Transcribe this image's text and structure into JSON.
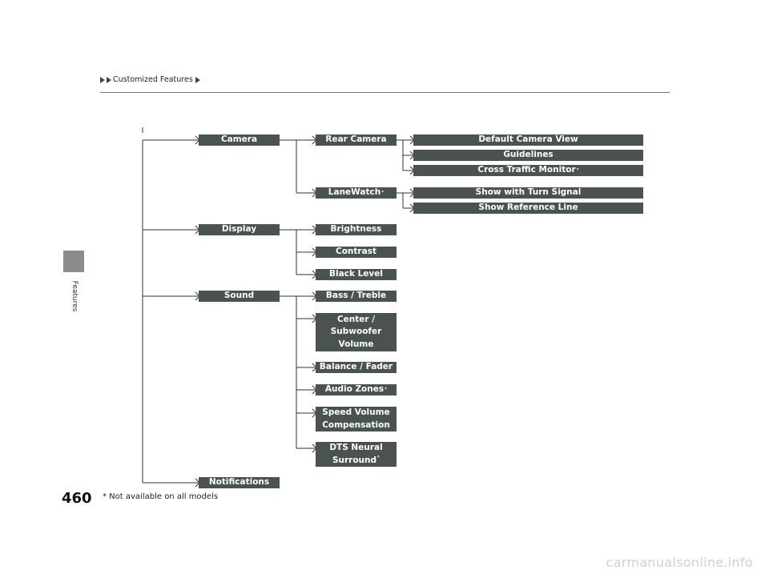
{
  "header": {
    "breadcrumb": "Customized Features"
  },
  "sidebar": {
    "section": "Features"
  },
  "page_number": "460",
  "footnote": "* Not available on all models",
  "watermark": "carmanualsonline.info",
  "tree": {
    "camera": "Camera",
    "rear_camera": "Rear Camera",
    "default_camera_view": "Default Camera View",
    "guidelines": "Guidelines",
    "cross_traffic_monitor": "Cross Traffic Monitor",
    "lanewatch": "LaneWatch",
    "show_with_turn_signal": "Show with Turn Signal",
    "show_reference_line": "Show Reference Line",
    "display": "Display",
    "brightness": "Brightness",
    "contrast": "Contrast",
    "black_level": "Black Level",
    "sound": "Sound",
    "bass_treble": "Bass / Treble",
    "center_subwoofer_volume": "Center / Subwoofer Volume",
    "balance_fader": "Balance / Fader",
    "audio_zones": "Audio Zones",
    "speed_volume_compensation": "Speed Volume Compensation",
    "dts_neural_surround": "DTS Neural Surround",
    "notifications": "Notifications",
    "asterisk": "*"
  }
}
